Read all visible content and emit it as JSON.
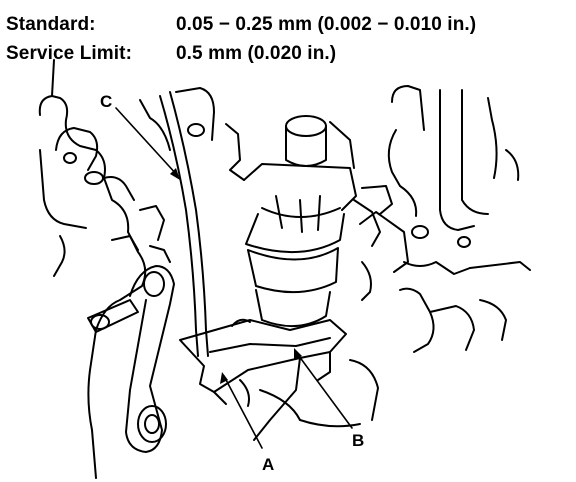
{
  "specs": {
    "standard": {
      "label": "Standard:",
      "value": "0.05 − 0.25 mm (0.002 − 0.010 in.)"
    },
    "service_limit": {
      "label": "Service Limit:",
      "value": "0.5 mm (0.020 in.)"
    }
  },
  "callouts": {
    "a": "A",
    "b": "B",
    "c": "C"
  },
  "colors": {
    "ink": "#000000",
    "paper": "#ffffff"
  }
}
